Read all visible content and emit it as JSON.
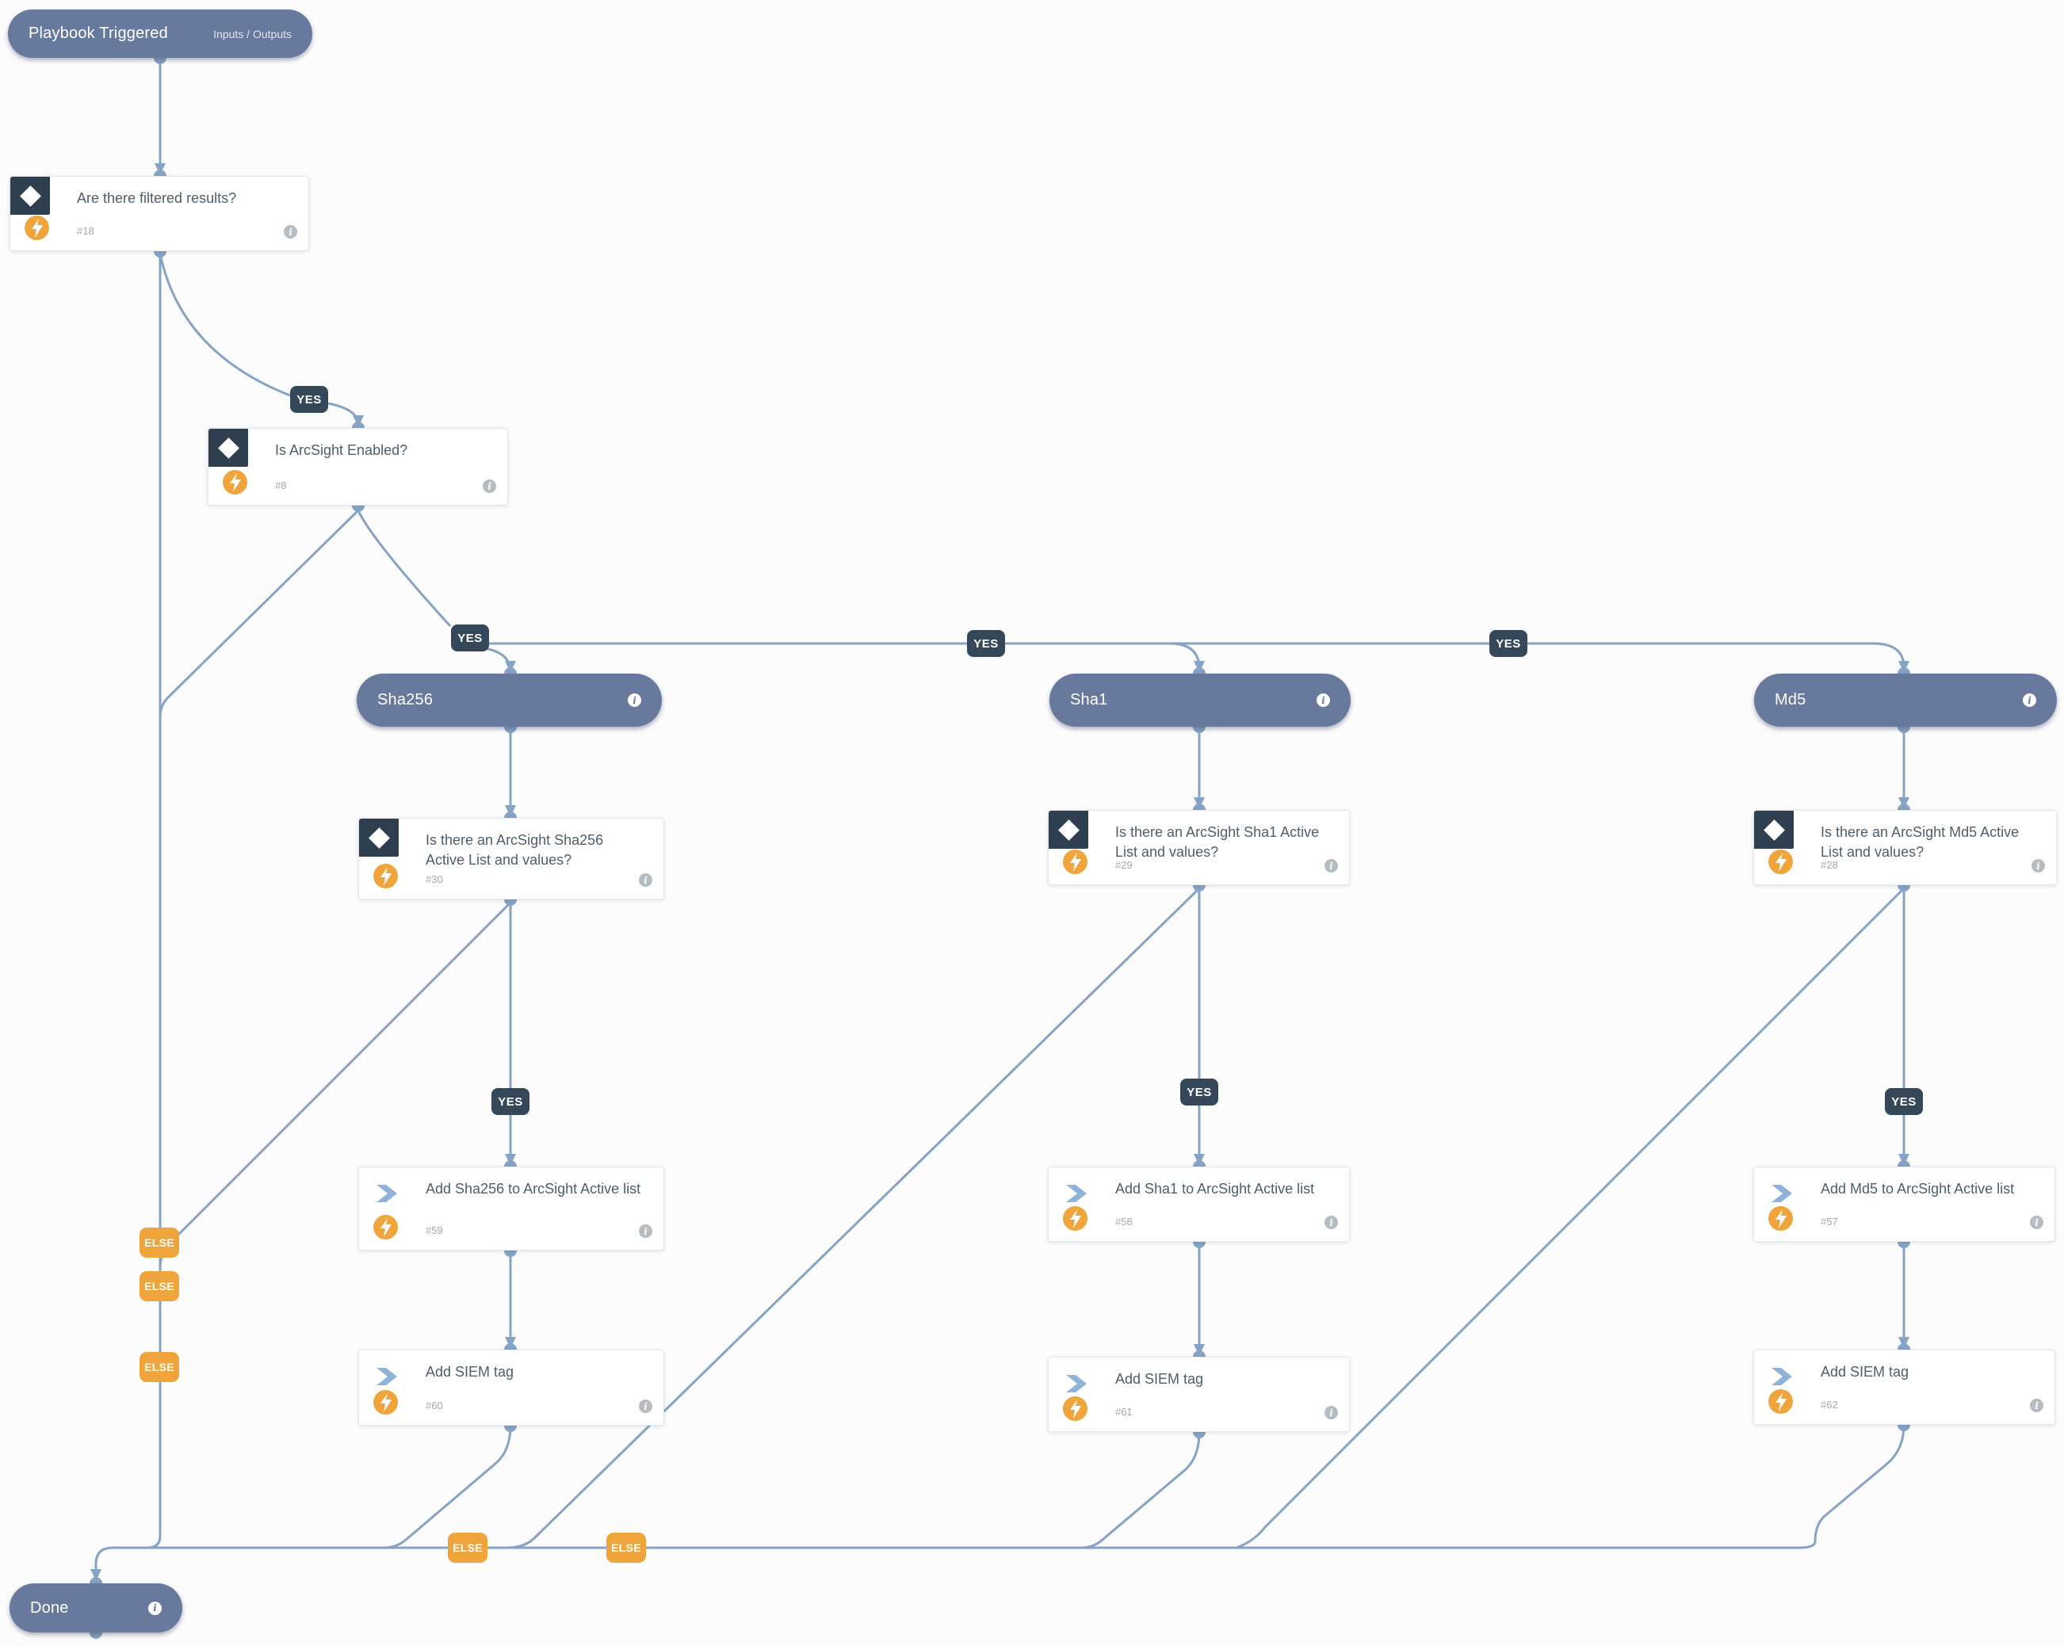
{
  "diagram": {
    "start": {
      "title": "Playbook Triggered",
      "io_label": "Inputs / Outputs"
    },
    "end": {
      "title": "Done"
    },
    "sections": {
      "sha256": {
        "title": "Sha256"
      },
      "sha1": {
        "title": "Sha1"
      },
      "md5": {
        "title": "Md5"
      }
    },
    "tasks": {
      "t18": {
        "title": "Are there filtered results?",
        "num": "#18",
        "type": "condition"
      },
      "t8": {
        "title": "Is ArcSight Enabled?",
        "num": "#8",
        "type": "condition"
      },
      "t30": {
        "title": "Is there an ArcSight Sha256 Active List and values?",
        "num": "#30",
        "type": "condition"
      },
      "t29": {
        "title": "Is there an ArcSight Sha1 Active List and values?",
        "num": "#29",
        "type": "condition"
      },
      "t28": {
        "title": "Is there an ArcSight Md5 Active List and values?",
        "num": "#28",
        "type": "condition"
      },
      "t59": {
        "title": "Add Sha256 to ArcSight Active list",
        "num": "#59",
        "type": "action"
      },
      "t58": {
        "title": "Add Sha1 to ArcSight Active list",
        "num": "#58",
        "type": "action"
      },
      "t57": {
        "title": "Add Md5 to ArcSight Active list",
        "num": "#57",
        "type": "action"
      },
      "t60": {
        "title": "Add SIEM tag",
        "num": "#60",
        "type": "action"
      },
      "t61": {
        "title": "Add SIEM tag",
        "num": "#61",
        "type": "action"
      },
      "t62": {
        "title": "Add SIEM tag",
        "num": "#62",
        "type": "action"
      }
    },
    "branch_labels": {
      "yes": "YES",
      "else": "ELSE"
    },
    "info_glyph": "i",
    "colors": {
      "line": "#84a3c5",
      "section_pill": "#68799e",
      "yes_badge": "#35485a",
      "else_badge": "#f0a53c",
      "lightning_badge": "#f0a53c",
      "condition_icon_bg": "#2e3f50",
      "action_icon": "#8fb3d8",
      "card_title": "#4e5e6d",
      "task_number": "#a0a9b0",
      "info_icon": "#b6bcc2"
    }
  }
}
